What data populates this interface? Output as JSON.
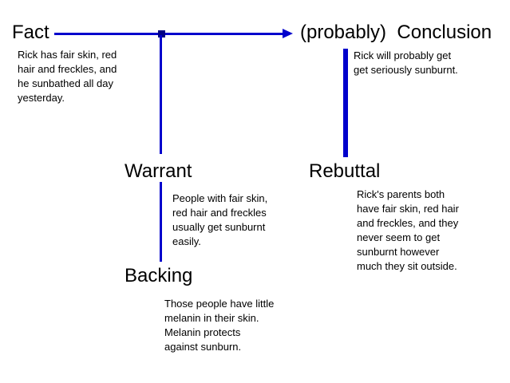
{
  "colors": {
    "connector_blue": "#0000cc",
    "junction_handle_blue": "#000085",
    "text_black": "#000000",
    "background_white": "#ffffff"
  },
  "nodes": {
    "fact": {
      "label": "Fact",
      "body": "Rick has fair skin, red\nhair and freckles, and\nhe sunbathed all day\nyesterday."
    },
    "conclusion": {
      "label": "(probably)  Conclusion",
      "body": "Rick will probably get\nget seriously sunburnt."
    },
    "warrant": {
      "label": "Warrant",
      "body": "People with fair skin,\nred hair and freckles\nusually get sunburnt\neasily."
    },
    "backing": {
      "label": "Backing",
      "body": "Those people have little\nmelanin in their skin.\nMelanin protects\nagainst sunburn."
    },
    "rebuttal": {
      "label": "Rebuttal",
      "body": "Rick's parents both\nhave fair skin, red hair\nand freckles, and they\nnever seem to get\nsunburnt however\nmuch they sit outside."
    }
  },
  "connectors": {
    "fact_to_conclusion": "horizontal arrow from Fact pointing to (probably) Conclusion",
    "junction_to_warrant": "vertical line from junction handle down to Warrant",
    "warrant_to_backing": "vertical line from Warrant down to Backing",
    "conclusion_to_rebuttal": "thick vertical line from Conclusion down to Rebuttal"
  }
}
